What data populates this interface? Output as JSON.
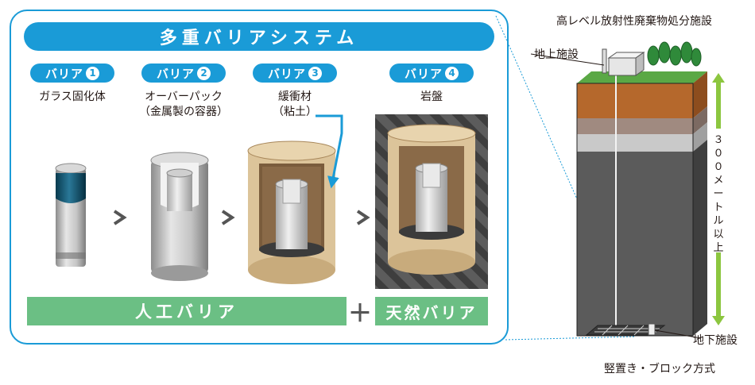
{
  "panel": {
    "title": "多重バリアシステム",
    "barriers": [
      {
        "label": "バリア",
        "number": "1",
        "caption_lines": [
          "ガラス固化体"
        ]
      },
      {
        "label": "バリア",
        "number": "2",
        "caption_lines": [
          "オーバーパック",
          "（金属製の容器）"
        ]
      },
      {
        "label": "バリア",
        "number": "3",
        "caption_lines": [
          "緩衝材",
          "（粘土）"
        ]
      },
      {
        "label": "バリア",
        "number": "4",
        "caption_lines": [
          "岩盤"
        ]
      }
    ],
    "engineered_barrier": "人工バリア",
    "plus": "＋",
    "natural_barrier": "天然バリア"
  },
  "facility": {
    "title": "高レベル放射性廃棄物処分施設",
    "surface_label": "地上施設",
    "depth_label": "３００メートル以上",
    "underground_label": "地下施設",
    "method_label": "竪置き・ブロック方式"
  },
  "colors": {
    "accent_blue": "#1a9bd7",
    "band_green": "#6bbf84",
    "arrow_green": "#8cc63f",
    "clay_tan": "#dcc49a",
    "grass_green": "#4a9a3c",
    "soil_brown": "#b5682c"
  }
}
